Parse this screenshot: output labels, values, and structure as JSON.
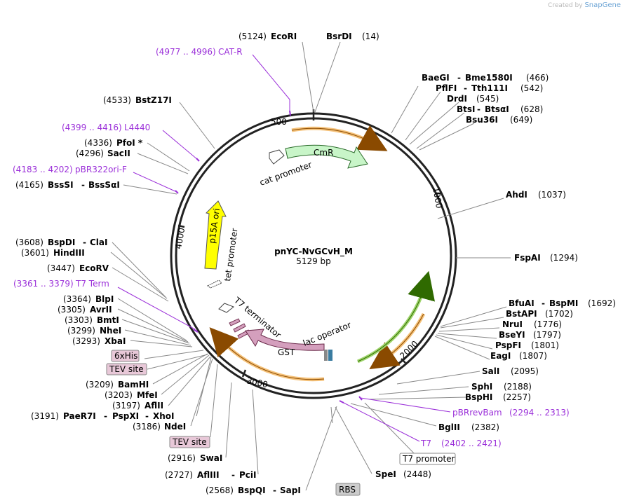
{
  "branding": {
    "prefix": "Created by",
    "name": "SnapGene"
  },
  "plasmid": {
    "name": "pnYC-NvGCvH_M",
    "size": "5129 bp"
  },
  "ticks": [
    "500",
    "1000",
    "2000",
    "3000",
    "4000"
  ],
  "features": {
    "cmr": "CmR",
    "cat_promoter": "cat promoter",
    "p15a_ori": "p15A ori",
    "tet_promoter": "tet promoter",
    "t7_terminator": "T7 terminator",
    "gst": "GST",
    "lac_operator": "lac operator"
  },
  "boxed_labels": {
    "his": "6xHis",
    "tev1": "TEV site",
    "tev2": "TEV site",
    "t7prom": "T7 promoter",
    "rbs": "RBS"
  },
  "sites": {
    "ecori": {
      "name": "EcoRI",
      "pos": "(5124)"
    },
    "bsrdi": {
      "name": "BsrDI",
      "pos": "(14)"
    },
    "baegi": {
      "name": "BaeGI",
      "name2": "Bme1580I",
      "pos": "(466)"
    },
    "pflfi": {
      "name": "PflFI",
      "name2": "Tth111I",
      "pos": "(542)"
    },
    "drdi": {
      "name": "DrdI",
      "pos": "(545)"
    },
    "btsi": {
      "name": "BtsI",
      "name2": "BtsαI",
      "pos": "(628)"
    },
    "bsu36i": {
      "name": "Bsu36I",
      "pos": "(649)"
    },
    "ahdi": {
      "name": "AhdI",
      "pos": "(1037)"
    },
    "fspai": {
      "name": "FspAI",
      "pos": "(1294)"
    },
    "bfuai": {
      "name": "BfuAI",
      "name2": "BspMI",
      "pos": "(1692)"
    },
    "bstapi": {
      "name": "BstAPI",
      "pos": "(1702)"
    },
    "nrui": {
      "name": "NruI",
      "pos": "(1776)"
    },
    "bseyi": {
      "name": "BseYI",
      "pos": "(1797)"
    },
    "pspfi": {
      "name": "PspFI",
      "pos": "(1801)"
    },
    "eagi": {
      "name": "EagI",
      "pos": "(1807)"
    },
    "sali": {
      "name": "SalI",
      "pos": "(2095)"
    },
    "sphi": {
      "name": "SphI",
      "pos": "(2188)"
    },
    "bsphi": {
      "name": "BspHI",
      "pos": "(2257)"
    },
    "bglii": {
      "name": "BglII",
      "pos": "(2382)"
    },
    "spei": {
      "name": "SpeI",
      "pos": "(2448)"
    },
    "bspqi": {
      "name": "BspQI",
      "name2": "SapI",
      "pos": "(2568)"
    },
    "afliii": {
      "name": "AflIII",
      "name2": "PciI",
      "pos": "(2727)"
    },
    "swai": {
      "name": "SwaI",
      "pos": "(2916)"
    },
    "ndei": {
      "name": "NdeI",
      "pos": "(3186)"
    },
    "paer7i": {
      "name": "PaeR7I",
      "name2": "PspXI",
      "name3": "XhoI",
      "pos": "(3191)"
    },
    "afli": {
      "name": "AflII",
      "pos": "(3197)"
    },
    "mfei": {
      "name": "MfeI",
      "pos": "(3203)"
    },
    "bamhi": {
      "name": "BamHI",
      "pos": "(3209)"
    },
    "xbai": {
      "name": "XbaI",
      "pos": "(3293)"
    },
    "nhei": {
      "name": "NheI",
      "pos": "(3299)"
    },
    "bmti": {
      "name": "BmtI",
      "pos": "(3303)"
    },
    "avrii": {
      "name": "AvrII",
      "pos": "(3305)"
    },
    "blpi": {
      "name": "BlpI",
      "pos": "(3364)"
    },
    "ecorv": {
      "name": "EcoRV",
      "pos": "(3447)"
    },
    "hindiii": {
      "name": "HindIII",
      "pos": "(3601)"
    },
    "bspdi": {
      "name": "BspDI",
      "name2": "ClaI",
      "pos": "(3608)"
    },
    "bsssi": {
      "name": "BssSI",
      "name2": "BssSαI",
      "pos": "(4165)"
    },
    "sacii": {
      "name": "SacII",
      "pos": "(4296)"
    },
    "pfoi": {
      "name": "PfoI *",
      "pos": "(4336)"
    },
    "bstz17i": {
      "name": "BstZ17I",
      "pos": "(4533)"
    }
  },
  "primers": {
    "catr": {
      "range": "(4977 .. 4996)",
      "name": "CAT-R"
    },
    "l4440": {
      "range": "(4399 .. 4416)",
      "name": "L4440"
    },
    "pbr322": {
      "range": "(4183 .. 4202)",
      "name": "pBR322ori-F"
    },
    "t7term": {
      "range": "(3361 .. 3379)",
      "name": "T7 Term"
    },
    "pbrrevbam": {
      "name": "pBRrevBam",
      "range": "(2294 .. 2313)"
    },
    "t7": {
      "name": "T7",
      "range": "(2402 .. 2421)"
    }
  },
  "colors": {
    "backbone": "#222222",
    "cmr": "#c8f5c8",
    "p15a": "#ffff00",
    "gst": "#d49fbd",
    "primer": "#9b30d9",
    "orange_arc": "#f5c27a",
    "green_arc": "#9ed46a"
  }
}
